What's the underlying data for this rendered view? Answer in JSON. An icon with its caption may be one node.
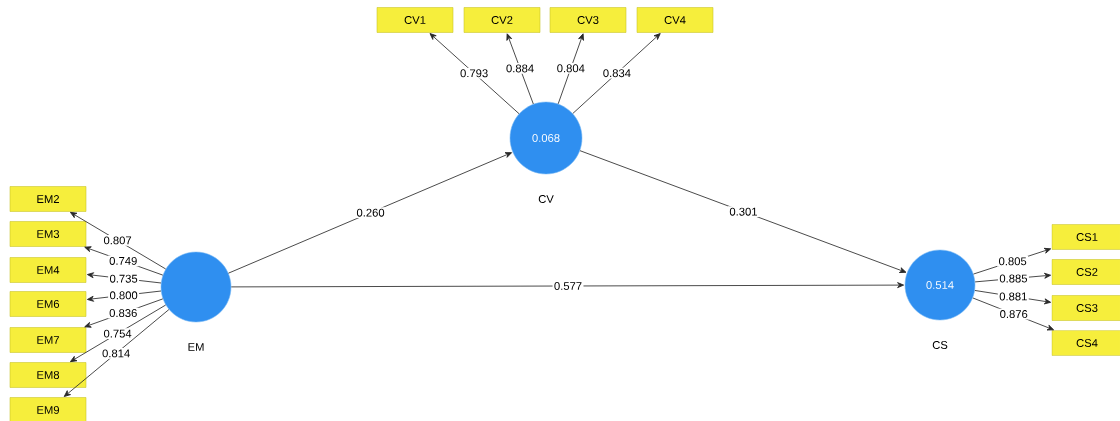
{
  "diagram": {
    "nodes": [
      {
        "text": [
          "EM2"
        ]
      },
      {
        "text": [
          "EM3"
        ]
      },
      {
        "text": [
          "EM4"
        ]
      },
      {
        "text": [
          "EM6"
        ]
      },
      {
        "text": [
          "EM7"
        ]
      },
      {
        "text": [
          "EM8"
        ]
      },
      {
        "text": [
          "EM9"
        ]
      },
      {
        "text": [
          "EM"
        ]
      },
      {
        "text": [
          "CV1"
        ]
      },
      {
        "text": [
          "CV2"
        ]
      },
      {
        "text": [
          "CV3"
        ]
      },
      {
        "text": [
          "CV4"
        ]
      },
      {
        "text": [
          "0.068",
          "CV"
        ]
      },
      {
        "text": [
          "0.514",
          "CS"
        ]
      },
      {
        "text": [
          "CS1"
        ]
      },
      {
        "text": [
          "CS2"
        ]
      },
      {
        "text": [
          "CS3"
        ]
      },
      {
        "text": [
          "CS4"
        ]
      }
    ],
    "edges": [
      {
        "from": 7,
        "to": 0,
        "arrow": "to",
        "label": "0.807"
      },
      {
        "from": 7,
        "to": 1,
        "arrow": "to",
        "label": "0.749"
      },
      {
        "from": 7,
        "to": 2,
        "arrow": "to",
        "label": "0.735"
      },
      {
        "from": 7,
        "to": 3,
        "arrow": "to",
        "label": "0.800"
      },
      {
        "from": 7,
        "to": 4,
        "arrow": "to",
        "label": "0.836"
      },
      {
        "from": 7,
        "to": 5,
        "arrow": "to",
        "label": "0.754"
      },
      {
        "from": 7,
        "to": 6,
        "arrow": "to",
        "label": "0.814"
      },
      {
        "from": 12,
        "to": 8,
        "arrow": "to",
        "label": "0.793"
      },
      {
        "from": 12,
        "to": 9,
        "arrow": "to",
        "label": "0.884"
      },
      {
        "from": 12,
        "to": 10,
        "arrow": "to",
        "label": "0.804"
      },
      {
        "from": 12,
        "to": 11,
        "arrow": "to",
        "label": "0.834"
      },
      {
        "from": 7,
        "to": 12,
        "arrow": "to",
        "label": "0.260"
      },
      {
        "from": 12,
        "to": 13,
        "arrow": "to",
        "label": "0.301"
      },
      {
        "from": 7,
        "to": 13,
        "arrow": "to",
        "label": "0.577"
      },
      {
        "from": 13,
        "to": 14,
        "arrow": "to",
        "label": "0.805"
      },
      {
        "from": 13,
        "to": 15,
        "arrow": "to",
        "label": "0.885"
      },
      {
        "from": 13,
        "to": 16,
        "arrow": "to",
        "label": "0.881"
      },
      {
        "from": 13,
        "to": 17,
        "arrow": "to",
        "label": "0.876"
      }
    ]
  }
}
